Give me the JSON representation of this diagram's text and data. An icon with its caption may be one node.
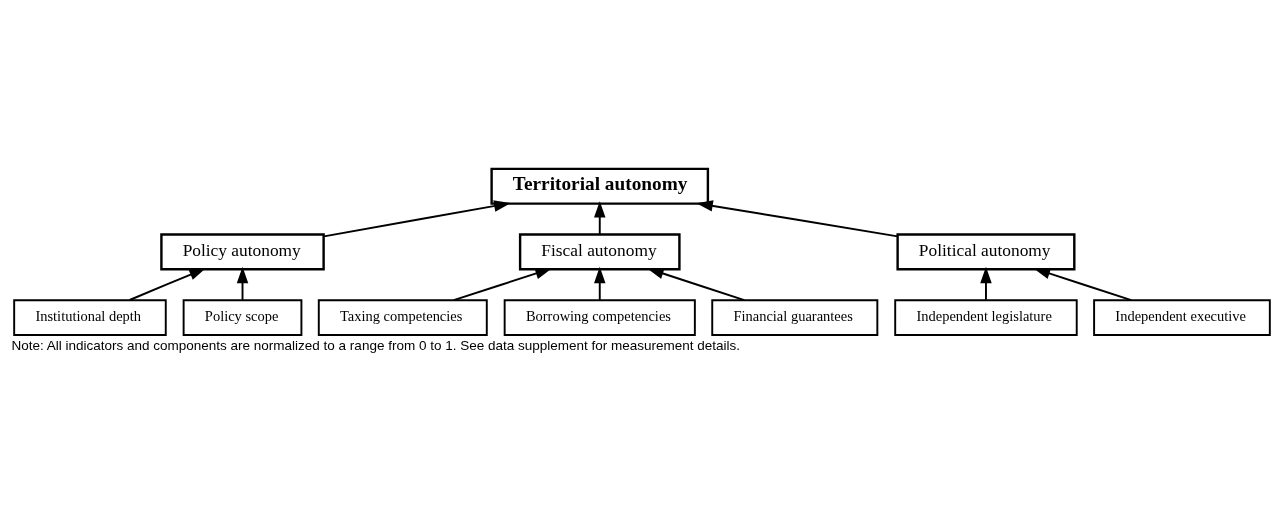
{
  "diagram": {
    "caption": "Note: All indicators and components are normalized to a range from 0 to 1. See data supplement for measurement details.",
    "nodes": [
      {
        "text": [
          "Territorial autonomy"
        ]
      },
      {
        "text": [
          "Policy autonomy"
        ]
      },
      {
        "text": [
          "Fiscal autonomy"
        ]
      },
      {
        "text": [
          "Political autonomy"
        ]
      },
      {
        "text": [
          "Institutional depth"
        ]
      },
      {
        "text": [
          "Policy scope"
        ]
      },
      {
        "text": [
          "Taxing competencies"
        ]
      },
      {
        "text": [
          "Borrowing competencies"
        ]
      },
      {
        "text": [
          "Financial guarantees"
        ]
      },
      {
        "text": [
          "Independent legislature"
        ]
      },
      {
        "text": [
          "Independent executive"
        ]
      }
    ],
    "edges": [
      {
        "from": 1,
        "to": 0,
        "arrow": "to"
      },
      {
        "from": 2,
        "to": 0,
        "arrow": "to"
      },
      {
        "from": 3,
        "to": 0,
        "arrow": "to"
      },
      {
        "from": 4,
        "to": 1,
        "arrow": "to"
      },
      {
        "from": 5,
        "to": 1,
        "arrow": "to"
      },
      {
        "from": 6,
        "to": 2,
        "arrow": "to"
      },
      {
        "from": 7,
        "to": 2,
        "arrow": "to"
      },
      {
        "from": 8,
        "to": 2,
        "arrow": "to"
      },
      {
        "from": 9,
        "to": 3,
        "arrow": "to"
      },
      {
        "from": 10,
        "to": 3,
        "arrow": "to"
      }
    ]
  }
}
